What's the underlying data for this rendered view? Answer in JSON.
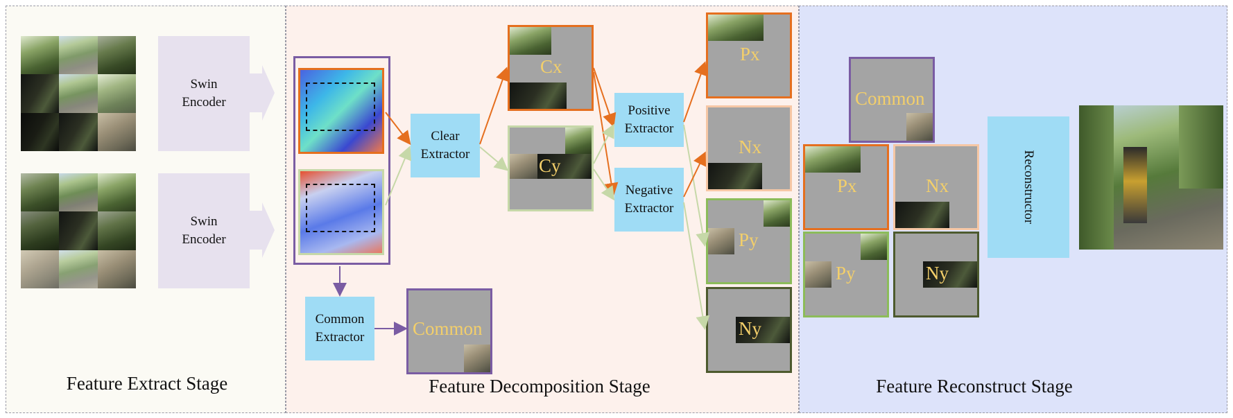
{
  "stages": {
    "extract": "Feature Extract Stage",
    "decomposition": "Feature Decomposition Stage",
    "reconstruct": "Feature Reconstruct Stage"
  },
  "modules": {
    "swin_encoder_1": "Swin\nEncoder",
    "swin_encoder_2": "Swin\nEncoder",
    "clear_extractor": "Clear\nExtractor",
    "common_extractor": "Common\nExtractor",
    "positive_extractor": "Positive\nExtractor",
    "negative_extractor": "Negative\nExtractor",
    "reconstructor": "Reconstructor"
  },
  "features": {
    "cx": "Cx",
    "cy": "Cy",
    "common": "Common",
    "px": "Px",
    "nx": "Nx",
    "py": "Py",
    "ny": "Ny",
    "recon_common": "Common",
    "recon_px": "Px",
    "recon_nx": "Nx",
    "recon_py": "Py",
    "recon_ny": "Ny"
  },
  "colors": {
    "x_branch": "#e56f1f",
    "x_negative": "#f6c7a5",
    "y_branch": "#8cbc5a",
    "y_negative": "#4d5a2e",
    "common": "#7a5ca3",
    "y_arrow": "#c6d8a8",
    "extractor": "#9fdcf5",
    "encoder": "#e7e1ee",
    "feature_text": "#f3cf6a",
    "feature_bg": "#a4a4a4"
  }
}
